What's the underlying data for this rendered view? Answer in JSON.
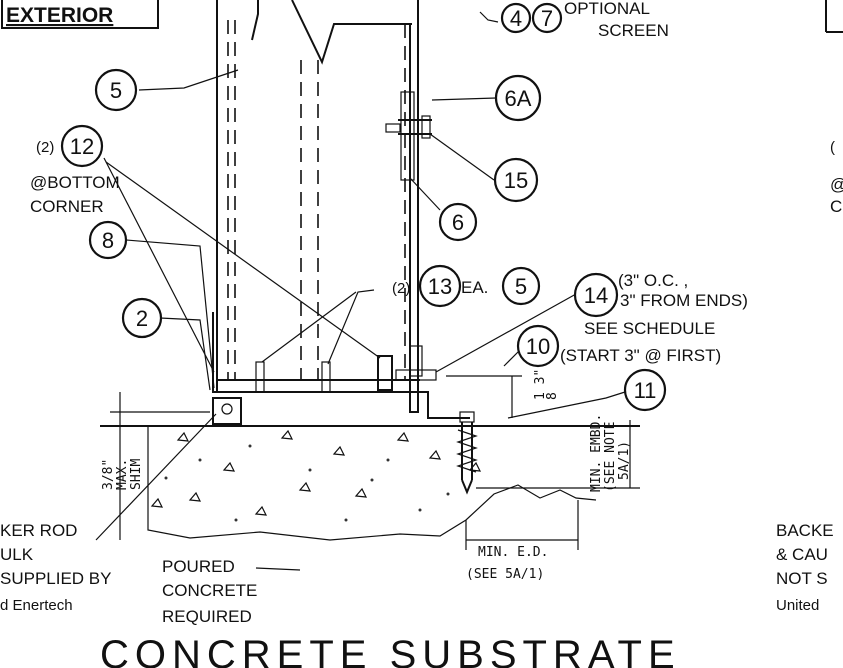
{
  "title": "CONCRETE SUBSTRATE",
  "exterior_label": "EXTERIOR",
  "bubbles": {
    "b4": "4",
    "b7": "7",
    "b5_top": "5",
    "b6A": "6A",
    "b12": "12",
    "b15": "15",
    "b6": "6",
    "b8": "8",
    "b13": "13",
    "b5_mid": "5",
    "b14": "14",
    "b2": "2",
    "b10": "10",
    "b11": "11"
  },
  "notes": {
    "optional": "OPTIONAL",
    "screen": "SCREEN",
    "qty2_a": "(2)",
    "bottom": "@BOTTOM",
    "corner": "CORNER",
    "qty2_b": "(2)",
    "ea": "EA.",
    "oc_line1": "(3\" O.C. ,",
    "oc_line2": "3\" FROM ENDS)",
    "see_schedule": "SEE SCHEDULE",
    "start": "(START 3\" @ FIRST)",
    "height": "1 3\"",
    "height_frac": "8",
    "shim1": "3/8\"",
    "shim2": "MAX.",
    "shim3": "SHIM",
    "embd1": "MIN. EMBD.",
    "embd2": "(SEE NOTE",
    "embd3": "5A/1)",
    "ed1": "MIN. E.D.",
    "ed2": "(SEE 5A/1)",
    "backer1": "KER ROD",
    "backer2": "ULK",
    "backer3": "SUPPLIED BY",
    "backer4": "d Enertech",
    "poured1": "POURED",
    "poured2": "CONCRETE",
    "poured3": "REQUIRED",
    "right_backer1": "BACKE",
    "right_backer2": "& CAU",
    "right_backer3": "NOT S",
    "right_backer4": "United",
    "right_c1": "(",
    "right_c2": "@",
    "right_c3": "C"
  }
}
